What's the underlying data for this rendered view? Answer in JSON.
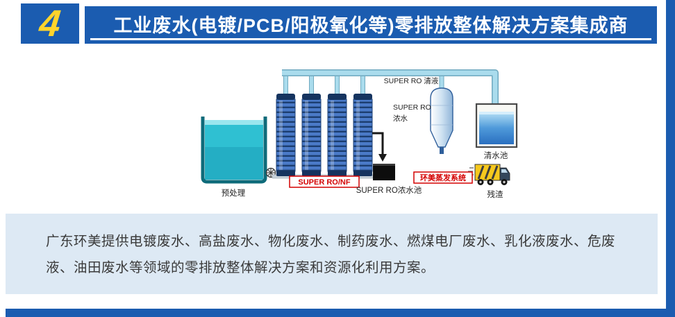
{
  "header": {
    "number": "4",
    "title": "工业废水(电镀/PCB/阳极氧化等)零排放整体解决方案集成商"
  },
  "colors": {
    "accent_blue": "#1b5cb0",
    "badge_yellow": "#ffd42c",
    "label_red": "#d40000",
    "panel_bg": "#dde9f4",
    "pipe_cyan": "#aadced",
    "tank_teal": "#2fc0d2"
  },
  "diagram": {
    "labels": {
      "pretreatment": "预处理",
      "membrane_unit": "SUPER RO/NF",
      "permeate": "SUPER RO 清液",
      "concentrate_line1": "SUPER RO",
      "concentrate_line2": "浓水",
      "concentrate_tank": "SUPER RO浓水池",
      "evaporation_system": "环美蒸发系统",
      "clean_water_tank": "清水池",
      "residue": "残渣"
    }
  },
  "description": {
    "text": "广东环美提供电镀废水、高盐废水、物化废水、制药废水、燃煤电厂废水、乳化液废水、危废液、油田废水等领域的零排放整体解决方案和资源化利用方案。"
  }
}
